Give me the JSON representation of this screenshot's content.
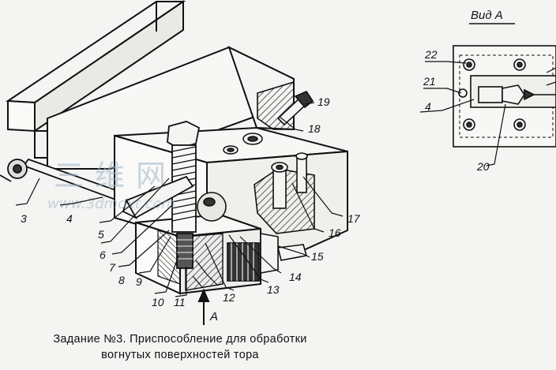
{
  "caption": {
    "line1": "Задание №3. Приспособление для обработки",
    "line2": "вогнутых поверхностей тора"
  },
  "view_title": "Вид А",
  "arrow_label": "А",
  "watermark": {
    "cjk": "三维网",
    "url": "www.3dmoxt.com"
  },
  "callouts": [
    {
      "id": "c3",
      "text": "3"
    },
    {
      "id": "c4",
      "text": "4"
    },
    {
      "id": "c5",
      "text": "5"
    },
    {
      "id": "c6",
      "text": "6"
    },
    {
      "id": "c7",
      "text": "7"
    },
    {
      "id": "c8",
      "text": "8"
    },
    {
      "id": "c9",
      "text": "9"
    },
    {
      "id": "c10",
      "text": "10"
    },
    {
      "id": "c11",
      "text": "11"
    },
    {
      "id": "c12",
      "text": "12"
    },
    {
      "id": "c13",
      "text": "13"
    },
    {
      "id": "c14",
      "text": "14"
    },
    {
      "id": "c15",
      "text": "15"
    },
    {
      "id": "c16",
      "text": "16"
    },
    {
      "id": "c17",
      "text": "17"
    },
    {
      "id": "c18",
      "text": "18"
    },
    {
      "id": "c19",
      "text": "19"
    },
    {
      "id": "c20",
      "text": "20"
    },
    {
      "id": "c21",
      "text": "21"
    },
    {
      "id": "c22",
      "text": "22"
    },
    {
      "id": "c4b",
      "text": "4"
    }
  ]
}
